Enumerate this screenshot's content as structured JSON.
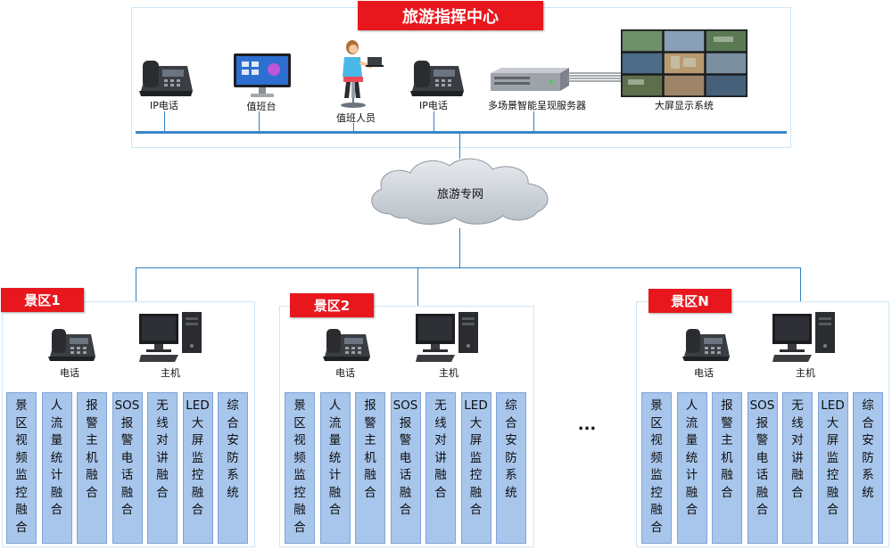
{
  "center": {
    "title": "旅游指挥中心",
    "devices": {
      "ip_phone_left": "IP电话",
      "duty_desk": "值班台",
      "duty_staff": "值班人员",
      "ip_phone_right": "IP电话",
      "server": "多场景智能呈现服务器",
      "big_screen": "大屏显示系统"
    }
  },
  "network": {
    "label": "旅游专网"
  },
  "ellipsis": "...",
  "zones": [
    {
      "title": "景区1",
      "phone_label": "电话",
      "host_label": "主机",
      "modules": [
        "景区视频监控融合",
        "人流量统计融合",
        "报警主机融合",
        "SOS报警电话融合",
        "无线对讲融合",
        "LED大屏监控融合",
        "综合安防系统"
      ]
    },
    {
      "title": "景区2",
      "phone_label": "电话",
      "host_label": "主机",
      "modules": [
        "景区视频监控融合",
        "人流量统计融合",
        "报警主机融合",
        "SOS报警电话融合",
        "无线对讲融合",
        "LED大屏监控融合",
        "综合安防系统"
      ]
    },
    {
      "title": "景区N",
      "phone_label": "电话",
      "host_label": "主机",
      "modules": [
        "景区视频监控融合",
        "人流量统计融合",
        "报警主机融合",
        "SOS报警电话融合",
        "无线对讲融合",
        "LED大屏监控融合",
        "综合安防系统"
      ]
    }
  ],
  "colors": {
    "accent_red": "#e8171e",
    "network_line": "#2f80c4",
    "module_fill": "#a8c6ec",
    "panel_border": "#cfe6f4"
  }
}
